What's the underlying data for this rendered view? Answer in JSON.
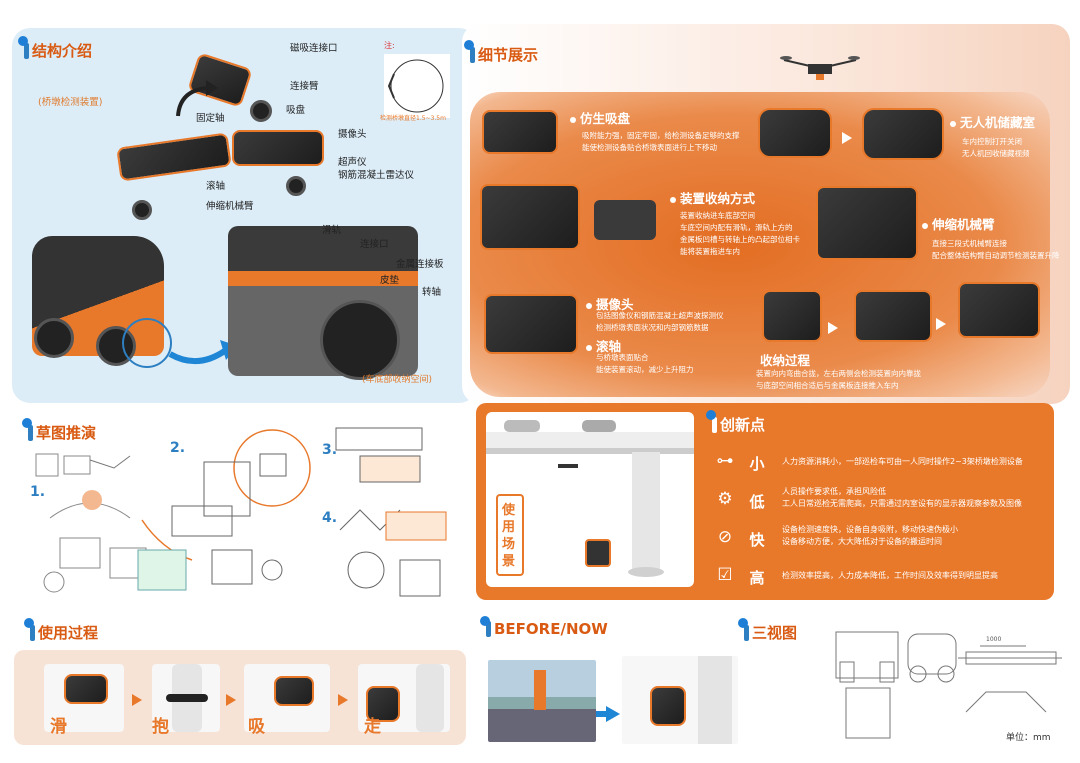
{
  "structure": {
    "title": "结构介绍",
    "subtitle": "(桥墩检测装置)",
    "note_label": "注:",
    "note_range": "检测桥墩直径1.5~3.5m",
    "labels": {
      "magnetic_connector": "磁吸连接口",
      "connecting_arm": "连接臂",
      "suction_cup": "吸盘",
      "fixed_shaft": "固定轴",
      "camera": "摄像头",
      "ultrasonic": "超声仪",
      "radar": "钢筋混凝土雷达仪",
      "roller": "滚轴",
      "telescopic_arm": "伸缩机械臂",
      "slide_rail": "滑轨",
      "connector": "连接口",
      "metal_plate": "金属连接板",
      "leather_pad": "皮垫",
      "rotating_shaft": "转轴"
    },
    "storage_caption": "(车底部收纳空间)"
  },
  "details": {
    "title": "细节展示",
    "items": [
      {
        "title": "仿生吸盘",
        "lines": [
          "吸附能力强，固定牢固，给检测设备足够的支撑",
          "能使检测设备贴合桥墩表面进行上下移动"
        ]
      },
      {
        "title": "无人机储藏室",
        "lines": [
          "车内控制打开关闭",
          "无人机回收储藏视频"
        ]
      },
      {
        "title": "装置收纳方式",
        "lines": [
          "装置收纳进车底部空间",
          "车底空间内配有滑轨，滑轨上方的",
          "金属板凹槽与转轴上的凸起部位相卡",
          "能将装置拖进车内"
        ]
      },
      {
        "title": "伸缩机械臂",
        "lines": [
          "直接三段式机械臂连接",
          "配合整体结构臂自动调节检测装置升降"
        ]
      },
      {
        "title": "摄像头",
        "lines": [
          "包括图像仪和钢筋混凝土超声波探测仪",
          "检测桥墩表面状况和内部钢筋数据"
        ]
      },
      {
        "title": "滚轴",
        "lines": [
          "与桥墩表面贴合",
          "能使装置滚动，减少上升阻力"
        ]
      },
      {
        "title": "收纳过程",
        "lines": [
          "装置向内弯曲合拢，左右两侧会检测装置向内靠拢",
          "与底部空间相合适后与金属板连接推入车内"
        ]
      }
    ]
  },
  "sketch": {
    "title": "草图推演",
    "steps": [
      "1.",
      "2.",
      "3.",
      "4."
    ]
  },
  "scene": {
    "label": "使用场景"
  },
  "innovation": {
    "title": "创新点",
    "items": [
      {
        "badge": "小",
        "icon": "location-icon",
        "lines": [
          "人力资源消耗小，一部巡检车可由一人同时操作2~3架桥墩检测设备"
        ]
      },
      {
        "badge": "低",
        "icon": "gear-icon",
        "lines": [
          "人员操作要求低，承担风险低",
          "工人日常巡检无需爬高，只需通过内室设有的显示器观察参数及图像"
        ]
      },
      {
        "badge": "快",
        "icon": "compass-icon",
        "lines": [
          "设备检测速度快，设备自身吸附，移动快速伪极小",
          "设备移动方便，大大降低对于设备的搬运时间"
        ]
      },
      {
        "badge": "高",
        "icon": "checklist-icon",
        "lines": [
          "检测效率提高，人力成本降低，工作时间及效率得到明显提高"
        ]
      }
    ]
  },
  "process": {
    "title": "使用过程",
    "steps": [
      "滑",
      "抱",
      "吸",
      "走"
    ]
  },
  "beforenow": {
    "title": "BEFORE/NOW"
  },
  "threeview": {
    "title": "三视图",
    "dim": "1000",
    "unit": "单位：mm"
  },
  "colors": {
    "orange": "#e8782a",
    "blue_panel": "#dff0fa",
    "peach_panel": "#f9e3d6",
    "accent_blue": "#2d7fc1"
  }
}
